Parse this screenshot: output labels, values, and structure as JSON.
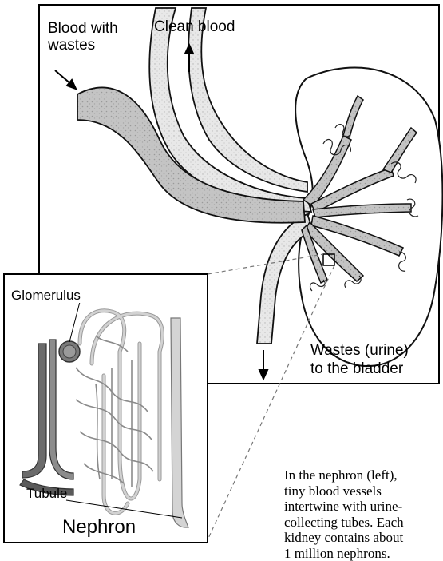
{
  "labels": {
    "blood_with_wastes": [
      "Blood with",
      "wastes"
    ],
    "clean_blood": "Clean blood",
    "wastes_urine": [
      "Wastes (urine)",
      "to the bladder"
    ],
    "glomerulus": "Glomerulus",
    "tubule": "Tubule",
    "nephron": "Nephron"
  },
  "caption": [
    "In the nephron (left),",
    "tiny blood vessels",
    "intertwine with urine-",
    "collecting tubes.  Each",
    "kidney contains about",
    "1 million nephrons."
  ],
  "colors": {
    "vessel_fill": "#bcbcbc",
    "vessel_outline": "#222222",
    "tubule_fill": "#d4d4d4",
    "glomerulus_fill": "#8a8a8a",
    "nephron_dark": "#5a5a5a"
  }
}
